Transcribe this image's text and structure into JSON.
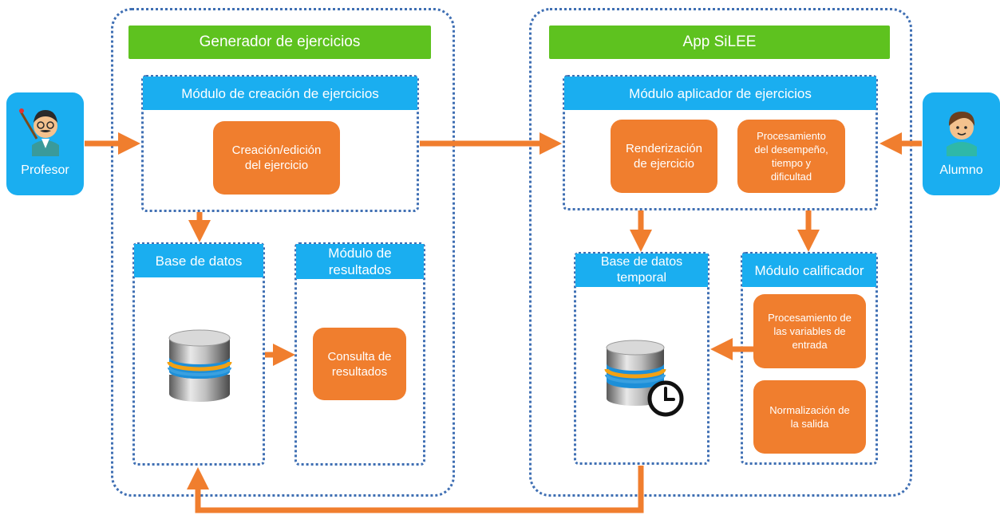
{
  "actors": {
    "teacher": "Profesor",
    "student": "Alumno"
  },
  "generator": {
    "title": "Generador  de ejercicios",
    "creation_module": {
      "title": "Módulo de creación de ejercicios",
      "box": "Creación/edición\ndel ejercicio"
    },
    "database": {
      "title": "Base de datos"
    },
    "results_module": {
      "title": "Módulo de\nresultados",
      "box": "Consulta de\nresultados"
    }
  },
  "app": {
    "title": "App SiLEE",
    "applicator_module": {
      "title": "Módulo aplicador de ejercicios",
      "render_box": "Renderización\nde ejercicio",
      "processing_box": "Procesamiento\ndel desempeño,\ntiempo y\ndificultad"
    },
    "temp_database": {
      "title": "Base de datos\ntemporal"
    },
    "grader_module": {
      "title": "Módulo calificador",
      "input_box": "Procesamiento de\nlas variables de\nentrada",
      "normalize_box": "Normalización de\nla salida"
    }
  },
  "colors": {
    "arrow": "#f07e2e",
    "blue": "#1aaef0",
    "green": "#5ec21f",
    "orange": "#f07e2e",
    "dotted_border": "#3f6fb3"
  },
  "icons": [
    "teacher-icon",
    "student-icon",
    "database-icon",
    "temporal-database-icon",
    "clock-icon"
  ]
}
